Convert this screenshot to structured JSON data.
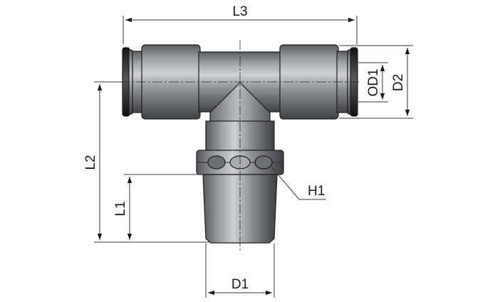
{
  "labels": {
    "l3": "L3",
    "od1": "OD1",
    "d2": "D2",
    "l2": "L2",
    "l1": "L1",
    "h1": "H1",
    "d1": "D1"
  },
  "colors": {
    "body_dark": "#4e5256",
    "body_mid": "#8a8f93",
    "body_light": "#c4c8cb",
    "ring_dark": "#1c1d1f",
    "line": "#3a3a3a",
    "background": "#ffffff"
  }
}
